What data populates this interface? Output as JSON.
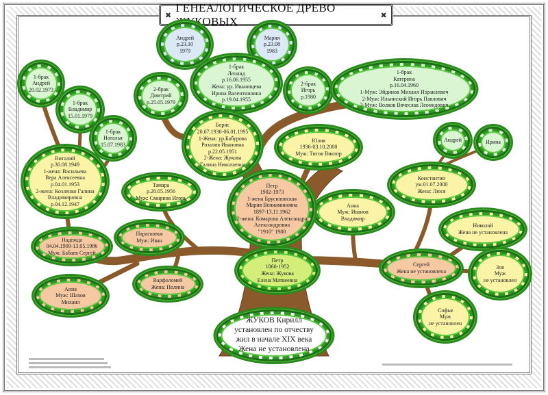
{
  "title": "ГЕНЕАЛОГИЧЕСКОЕ ДРЕВО ЖУКОВЫХ",
  "title_ornament": "✖",
  "colors": {
    "branch": "#8b5a2b",
    "leaf": "#2e9a22",
    "blue": "#dbe8f6",
    "green": "#d9f5d2",
    "yellow": "#fbf4a6",
    "peach": "#f7c9a3",
    "lime": "#d3ef7a"
  },
  "nodes": [
    {
      "id": "andrey-1979",
      "color": "blue",
      "lines": [
        "Андрей",
        "р.23.10",
        "1979"
      ]
    },
    {
      "id": "maria-1983",
      "color": "blue",
      "lines": [
        "Мария",
        "р.23.08",
        "1983"
      ]
    },
    {
      "id": "leonid",
      "color": "green",
      "lines": [
        "1-брак",
        "Леонид",
        "р.16.06.1955",
        "Жена: ур. Иванищева",
        "Ирина Валентиновна",
        "р.19.04.1955"
      ]
    },
    {
      "id": "igor",
      "color": "green",
      "lines": [
        "2-брак",
        "Игорь",
        "р.1980"
      ]
    },
    {
      "id": "katerina",
      "color": "green",
      "lines": [
        "1-брак",
        "Катерина",
        "р.16.04.1960",
        "1-Муж: Эйдинов Михаил Израилевич",
        "2-Муж: Ильинский Игорь Павлович",
        "3-Муж: Волков Вячеслав Леонидович"
      ]
    },
    {
      "id": "dmitriy",
      "color": "green",
      "lines": [
        "2-брак",
        "Дмитрий",
        "р.25.05.1979"
      ]
    },
    {
      "id": "andrey-1973",
      "color": "green",
      "lines": [
        "1-брак",
        "Андрей",
        "20.02.1973"
      ]
    },
    {
      "id": "vladimir",
      "color": "green",
      "lines": [
        "1-брак",
        "Владимир",
        "15.01.1979"
      ]
    },
    {
      "id": "natalia",
      "color": "green",
      "lines": [
        "1-брак",
        "Наталья",
        "15.07.1983"
      ]
    },
    {
      "id": "boris",
      "color": "yellow",
      "lines": [
        "Борис",
        "20.07.1930-06.01.1995",
        "1-Жена: ур.Бабурова",
        "Розалия Ивановна",
        "р.22.05.1951",
        "2-Жена: Жукова",
        "Галина Николаевна"
      ]
    },
    {
      "id": "yulia",
      "color": "yellow",
      "lines": [
        "Юлия",
        "1936-03.10.2000",
        "Муж: Титов Виктор"
      ]
    },
    {
      "id": "vitaliy",
      "color": "yellow",
      "lines": [
        "Виталий",
        "р.30.08.1949",
        "1-жена: Васильева",
        "Вера Алексеевна",
        "р.04.01.1953",
        "2-жена: Козленко Галина",
        "Владимировна",
        "р.04.12.1947"
      ]
    },
    {
      "id": "tamara",
      "color": "yellow",
      "lines": [
        "Тамара",
        "р.20.05.1956",
        "Муж: Смирнов Игорь"
      ]
    },
    {
      "id": "andrey-small",
      "color": "green",
      "lines": [
        "Андрей"
      ]
    },
    {
      "id": "irina",
      "color": "green",
      "lines": [
        "Ирина"
      ]
    },
    {
      "id": "konstantin",
      "color": "yellow",
      "lines": [
        "Константин",
        "ум.01.07.2000",
        "Жена: Люся"
      ]
    },
    {
      "id": "anna-ivanov",
      "color": "yellow",
      "lines": [
        "Анна",
        "Муж: Иванов",
        "Владимир"
      ]
    },
    {
      "id": "nikolay",
      "color": "yellow",
      "lines": [
        "Николай",
        "Жена не установлена"
      ]
    },
    {
      "id": "petr-1902",
      "color": "peach",
      "lines": [
        "Петр",
        "1902-1973",
        "1-жена Брусиловская",
        "Мария Вениаминовна",
        "1897-13.11.1962",
        "2-жена: Комарова Александра",
        "Александровна",
        "\"1910\" 1980"
      ]
    },
    {
      "id": "nadezhda",
      "color": "peach",
      "lines": [
        "Надежда",
        "04.04.1909-13.05.1986",
        "Муж: Бабаев Сергей"
      ]
    },
    {
      "id": "paraskovia",
      "color": "peach",
      "lines": [
        "Парасковья",
        "Муж: Иван"
      ]
    },
    {
      "id": "petr-1860",
      "color": "lime",
      "lines": [
        "Петр",
        "1860-1952",
        "Жена: Жукова",
        "Елена Матвеевна"
      ]
    },
    {
      "id": "anna-shakhov",
      "color": "peach",
      "lines": [
        "Анна",
        "Муж: Шахов",
        "Михаил"
      ]
    },
    {
      "id": "varfolomey",
      "color": "peach",
      "lines": [
        "Варфоломей",
        "Жена: Полина"
      ]
    },
    {
      "id": "sergey",
      "color": "peach",
      "lines": [
        "Сергей",
        "Жена не установлена"
      ]
    },
    {
      "id": "zoya",
      "color": "yellow",
      "lines": [
        "Зоя",
        "Муж",
        "не установлен"
      ]
    },
    {
      "id": "sofia",
      "color": "yellow",
      "lines": [
        "Софья",
        "Муж",
        "не установлен"
      ]
    },
    {
      "id": "kirill",
      "color": "white",
      "lines": [
        "ЖУКОВ Кирилл",
        "установлен по отчеству",
        "жил в начале XIX века",
        "Жена не установлена"
      ]
    }
  ]
}
